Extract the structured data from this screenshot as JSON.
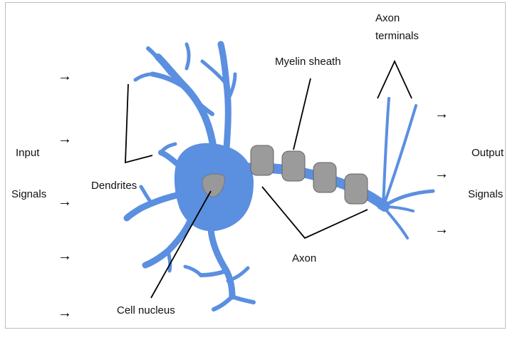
{
  "labels": {
    "input_line1": "Input",
    "input_line2": "Signals",
    "dendrites": "Dendrites",
    "cell_nucleus": "Cell nucleus",
    "myelin_sheath": "Myelin sheath",
    "axon": "Axon",
    "axon_terminals_line1": "Axon",
    "axon_terminals_line2": "terminals",
    "output_line1": "Output",
    "output_line2": "Signals"
  },
  "arrow_glyph": "→",
  "colors": {
    "neuron_body": "#5b8fe0",
    "nucleus": "#999999",
    "myelin": "#9b9b9b",
    "leader_lines": "#000000"
  }
}
